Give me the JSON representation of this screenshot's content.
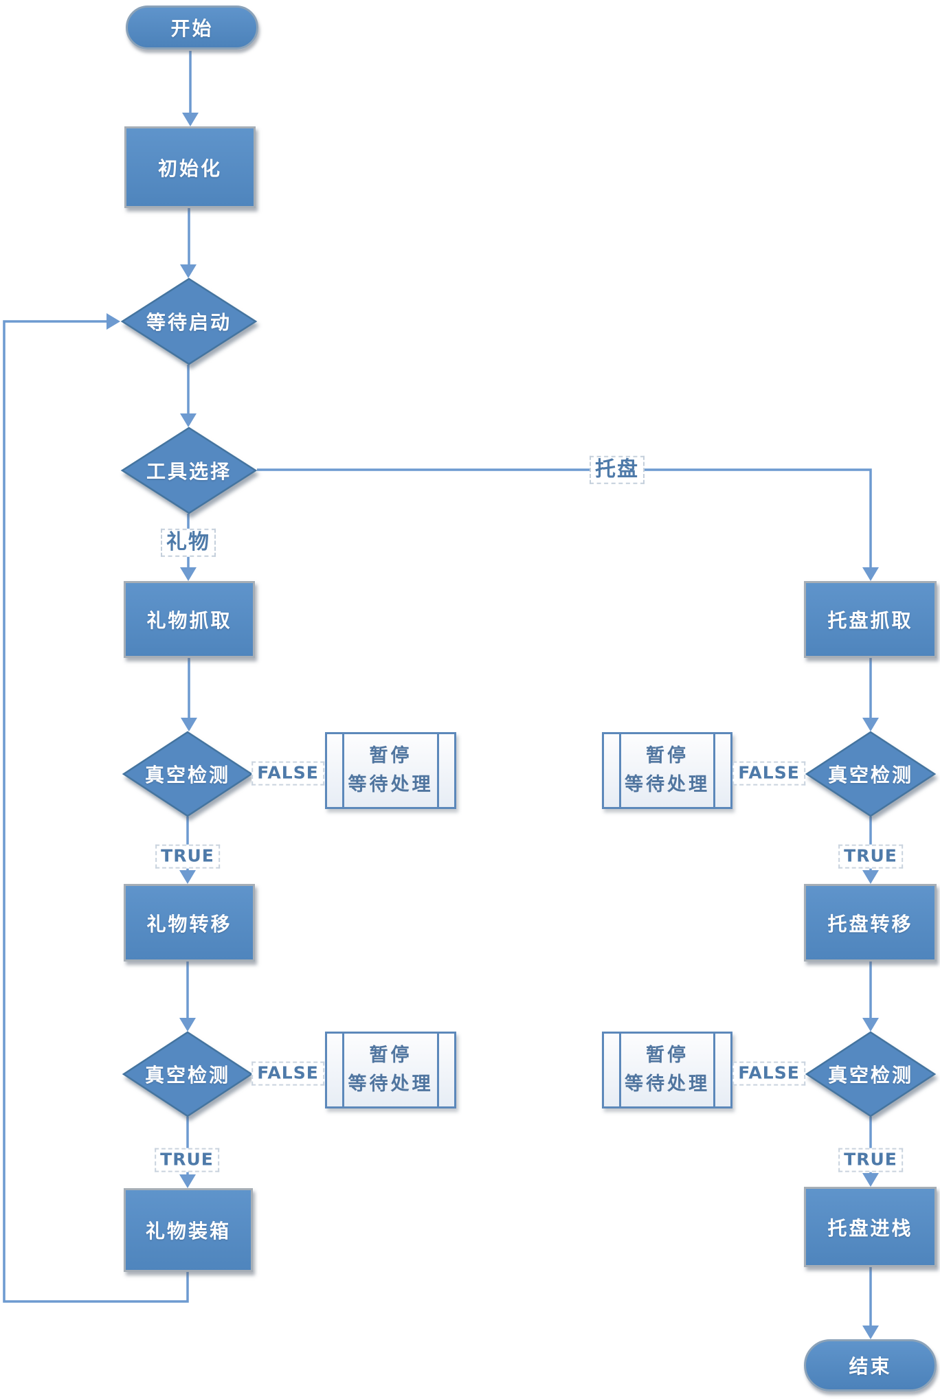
{
  "nodes": {
    "start": "开始",
    "init": "初始化",
    "wait_start": "等待启动",
    "tool_select": "工具选择",
    "gift_grab": "礼物抓取",
    "vacuum_check": "真空检测",
    "gift_transfer": "礼物转移",
    "gift_boxing": "礼物装箱",
    "tray_grab": "托盘抓取",
    "tray_transfer": "托盘转移",
    "tray_stack": "托盘进栈",
    "end": "结束",
    "pause": {
      "line1": "暂停",
      "line2": "等待处理"
    }
  },
  "edge_labels": {
    "gift": "礼物",
    "tray": "托盘",
    "true": "TRUE",
    "false": "FALSE"
  },
  "colors": {
    "shape_fill": "#5589c1",
    "shape_border": "#44749f",
    "connector": "#6d9ad0",
    "label_text": "#4e7aa9",
    "pause_box_border": "#5c88ba",
    "pause_box_text": "#50759f"
  }
}
